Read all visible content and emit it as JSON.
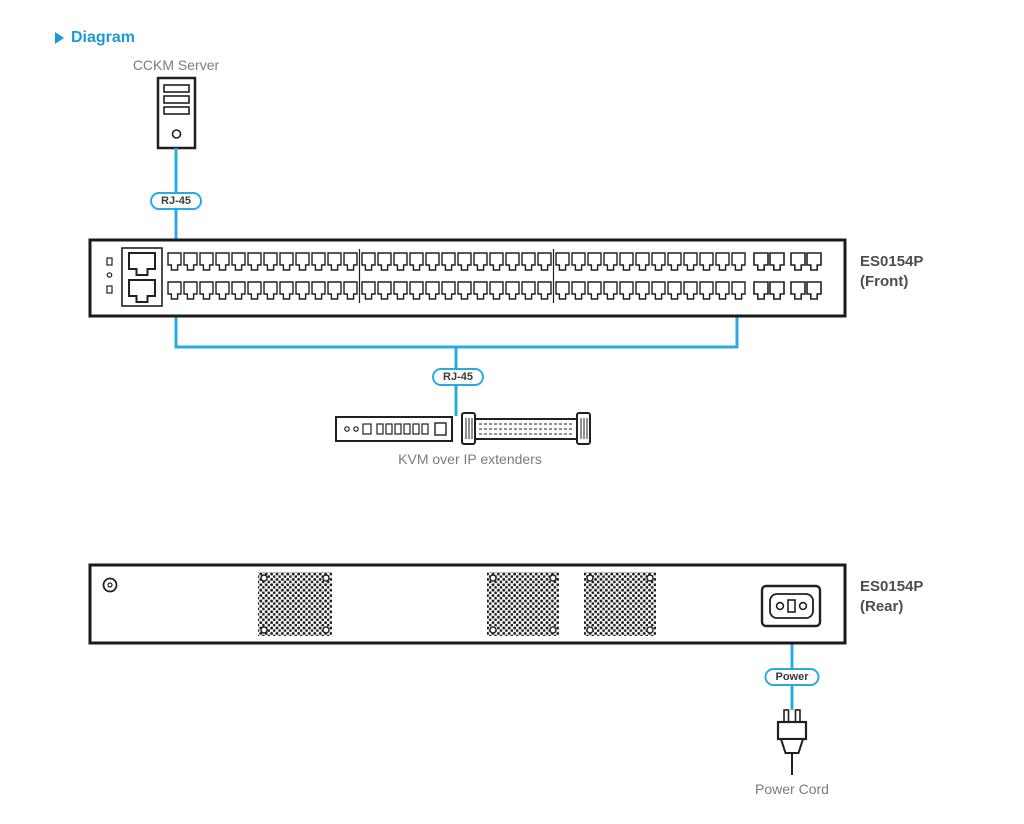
{
  "heading": {
    "label": "Diagram"
  },
  "labels": {
    "cckm_server": "CCKM Server",
    "kvm_extenders": "KVM over IP extenders",
    "power_cord": "Power Cord",
    "model_front": "ES0154P\n(Front)",
    "model_rear": "ES0154P\n(Rear)"
  },
  "connectors": {
    "rj45_top": "RJ-45",
    "rj45_mid": "RJ-45",
    "power": "Power"
  },
  "colors": {
    "accent_blue": "#29abe2",
    "heading_blue": "#1b9ad6",
    "outline_black": "#231f20",
    "label_gray": "#7c7c7c",
    "model_gray": "#4d4d4d"
  },
  "icons": {
    "heading_arrow": "triangle-right",
    "server": "tower-server",
    "front_panel": "48-port-switch-front",
    "rear_panel": "switch-rear-vents-power-inlet",
    "extenders": "kvm-over-ip-extender-units",
    "power_plug": "power-cord-plug"
  }
}
